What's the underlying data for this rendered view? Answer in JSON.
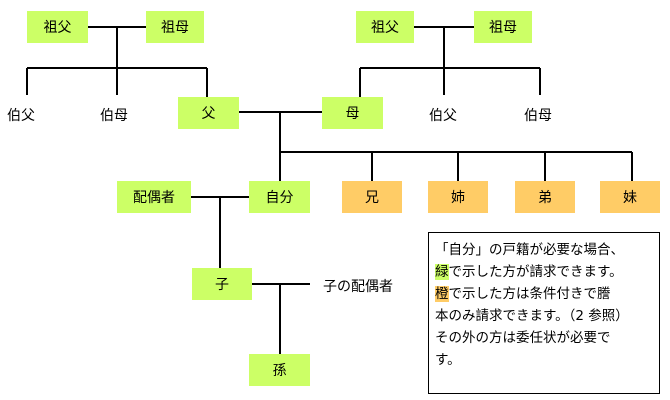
{
  "people": {
    "grandfather_paternal": "祖父",
    "grandmother_paternal": "祖母",
    "grandfather_maternal": "祖父",
    "grandmother_maternal": "祖母",
    "uncle_paternal": "伯父",
    "aunt_paternal": "伯母",
    "father": "父",
    "mother": "母",
    "uncle_maternal": "伯父",
    "aunt_maternal": "伯母",
    "spouse": "配偶者",
    "self": "自分",
    "older_brother": "兄",
    "older_sister": "姉",
    "younger_brother": "弟",
    "younger_sister": "妹",
    "child": "子",
    "child_spouse": "子の配偶者",
    "grandchild": "孫"
  },
  "note": {
    "line1": "「自分」の戸籍が必要な場合、",
    "line2_hl": "緑",
    "line2_rest": "で示した方が請求できます。",
    "line3_hl": "橙",
    "line3_rest": "で示した方は条件付きで謄",
    "line4": "本のみ請求できます。（2 参照）",
    "line5": "その外の方は委任状が必要で",
    "line6": "す。"
  },
  "colors": {
    "green": "#ccff66",
    "orange": "#ffcc66"
  }
}
